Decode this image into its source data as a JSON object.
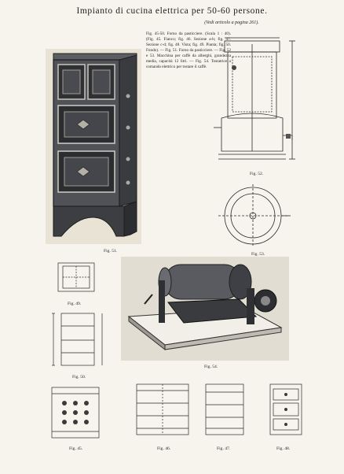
{
  "page": {
    "title": "Impianto di cucina elettrica per 50-60 persone.",
    "subtitle": "(Vedi articolo a pagina 261).",
    "caption": "Fig. 45-50. Forno da pasticciere. (Scala 1 : 40). (Fig. 45. Fianco; fig. 46. Sezione a-b; fig. 47. Sezione c-d; fig. 48. Vista; fig. 49. Pianta; fig. 50. Fondo). — Fig. 51. Forno da pasticciere. — Fig. 52 e 53. Macchina per caffè da alberghi, grandezza media, capacità 12 litri. — Fig. 54. Tostatrice a comando elettrico per tostare il caffè."
  },
  "figures": {
    "fig45": "Fig. 45.",
    "fig46": "Fig. 46.",
    "fig47": "Fig. 47.",
    "fig48": "Fig. 48.",
    "fig49": "Fig. 49.",
    "fig50": "Fig. 50.",
    "fig51": "Fig. 51.",
    "fig52": "Fig. 52.",
    "fig53": "Fig. 53.",
    "fig54": "Fig. 54."
  }
}
